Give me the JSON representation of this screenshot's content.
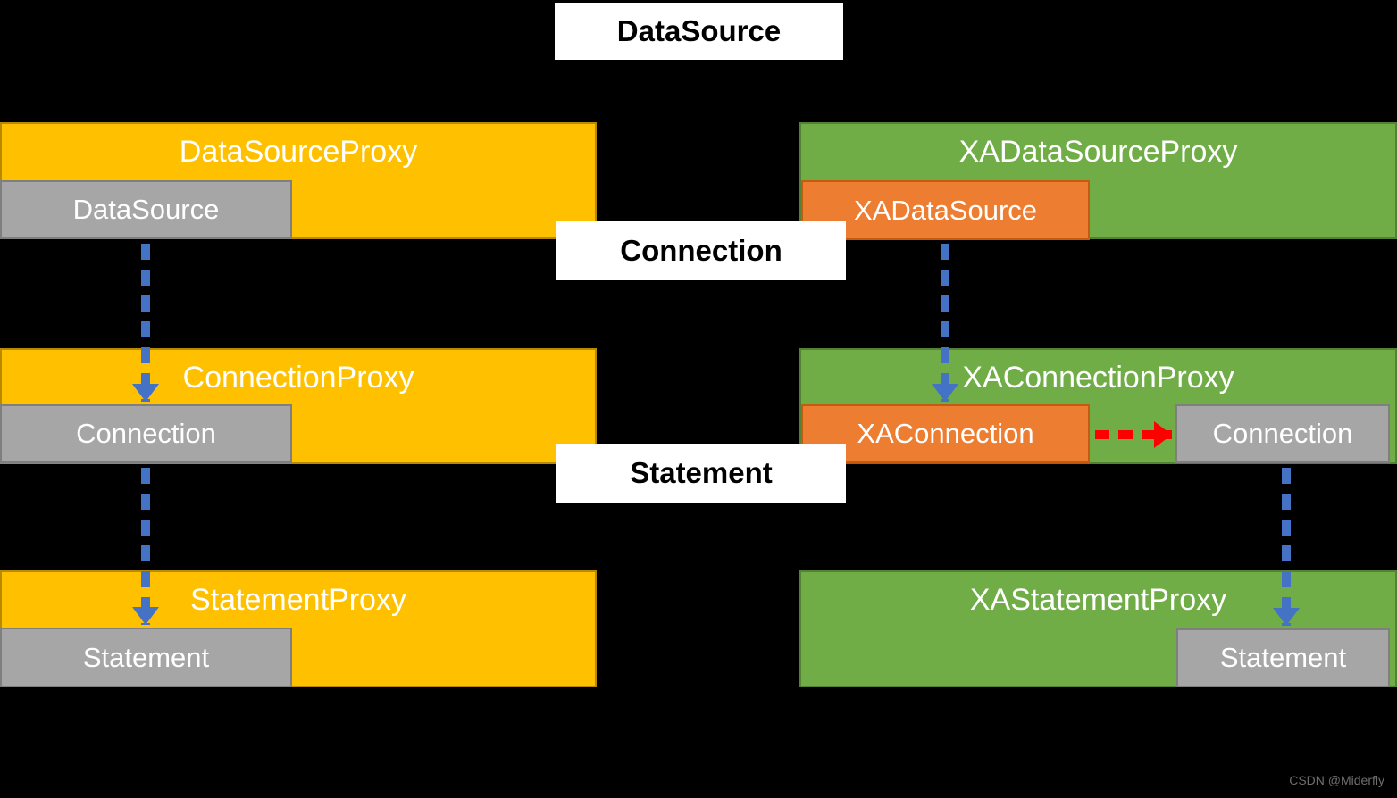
{
  "headers": [
    {
      "label": "DataSource"
    },
    {
      "label": "Connection"
    },
    {
      "label": "Statement"
    }
  ],
  "left_column": {
    "rows": [
      {
        "proxy_label": "DataSourceProxy",
        "inner_label": "DataSource"
      },
      {
        "proxy_label": "ConnectionProxy",
        "inner_label": "Connection"
      },
      {
        "proxy_label": "StatementProxy",
        "inner_label": "Statement"
      }
    ]
  },
  "right_column": {
    "rows": [
      {
        "proxy_label": "XADataSourceProxy",
        "inner_label": "XADataSource"
      },
      {
        "proxy_label": "XAConnectionProxy",
        "inner_label": "XAConnection",
        "delegate_label": "Connection"
      },
      {
        "proxy_label": "XAStatementProxy",
        "delegate_label": "Statement"
      }
    ]
  },
  "arrows": [
    {
      "style": "dashed",
      "color": "#4472C4",
      "direction": "down",
      "from": "DataSource",
      "to": "Connection"
    },
    {
      "style": "dashed",
      "color": "#4472C4",
      "direction": "down",
      "from": "XADataSource",
      "to": "XAConnection"
    },
    {
      "style": "dashed",
      "color": "#4472C4",
      "direction": "down",
      "from": "Connection",
      "to": "Statement"
    },
    {
      "style": "dashed",
      "color": "#4472C4",
      "direction": "down",
      "from": "Connection",
      "to": "Statement"
    },
    {
      "style": "dashed",
      "color": "#FF0000",
      "direction": "right",
      "from": "XAConnection",
      "to": "Connection"
    }
  ],
  "colors": {
    "background": "#000000",
    "proxy_left_fill": "#FFC000",
    "proxy_left_border": "#B78A00",
    "proxy_right_fill": "#70AD47",
    "proxy_right_border": "#548235",
    "inner_gray_fill": "#A6A6A6",
    "inner_gray_border": "#7F7F7F",
    "inner_orange_fill": "#ED7D31",
    "inner_orange_border": "#C55A11",
    "header_bg": "#FFFFFF",
    "header_text": "#000000",
    "box_text": "#FFFFFF",
    "arrow_blue": "#4472C4",
    "arrow_red": "#FF0000",
    "watermark_text": "#6E6E6E"
  },
  "watermark": "CSDN @Miderfly"
}
